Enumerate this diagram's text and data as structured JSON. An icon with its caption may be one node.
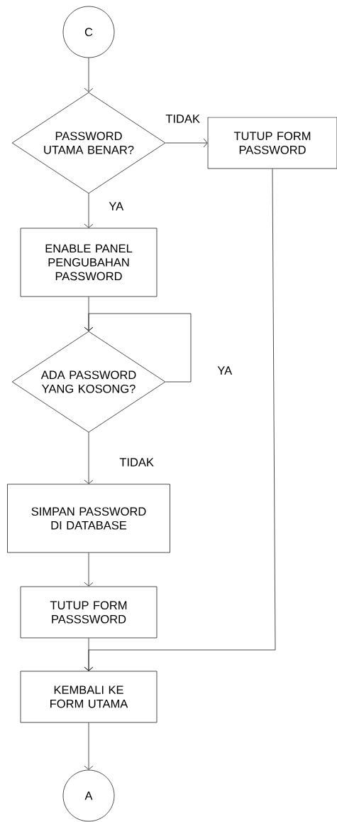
{
  "diagram": {
    "nodes": [
      {
        "text": [
          "C"
        ]
      },
      {
        "text": [
          "PASSWORD UTAMA BENAR?"
        ]
      },
      {
        "text": [
          "TUTUP FORM PASSWORD"
        ]
      },
      {
        "text": [
          "ENABLE PANEL PENGUBAHAN PASSWORD"
        ]
      },
      {
        "text": [
          "ADA PASSWORD YANG KOSONG?"
        ]
      },
      {
        "text": [
          "SIMPAN PASSWORD DI DATABASE"
        ]
      },
      {
        "text": [
          "TUTUP FORM PASSSWORD"
        ]
      },
      {
        "text": [
          "KEMBALI KE FORM UTAMA"
        ]
      },
      {
        "text": [
          "A"
        ]
      }
    ],
    "edges": [
      {
        "from": 0,
        "to": 1,
        "arrow": "to"
      },
      {
        "from": 1,
        "to": 2,
        "arrow": "to",
        "label": "TIDAK"
      },
      {
        "from": 1,
        "to": 3,
        "arrow": "to",
        "label": "YA"
      },
      {
        "from": 3,
        "to": 4,
        "arrow": "to"
      },
      {
        "from": 4,
        "to": 4,
        "arrow": "to",
        "label": "YA"
      },
      {
        "from": 4,
        "to": 5,
        "arrow": "to",
        "label": "TIDAK"
      },
      {
        "from": 5,
        "to": 6,
        "arrow": "to"
      },
      {
        "from": 6,
        "to": 7,
        "arrow": "to"
      },
      {
        "from": 2,
        "to": 7,
        "arrow": "to"
      },
      {
        "from": 7,
        "to": 8,
        "arrow": "to"
      }
    ]
  }
}
